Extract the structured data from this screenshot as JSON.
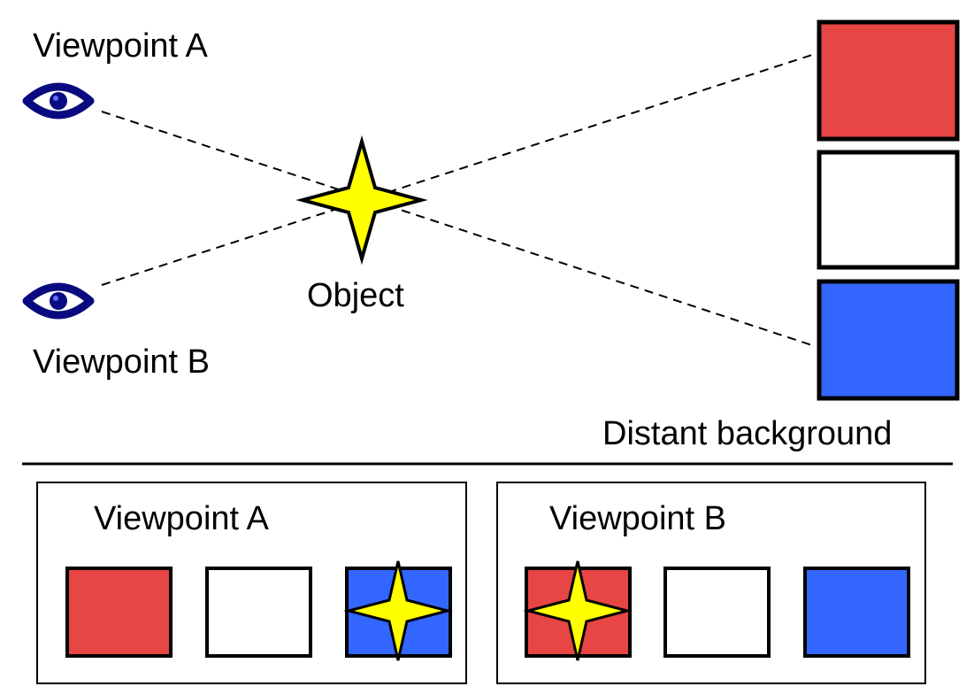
{
  "labels": {
    "viewpoint_a": "Viewpoint A",
    "viewpoint_b": "Viewpoint B",
    "object": "Object",
    "distant_background": "Distant background"
  },
  "panels": {
    "a_title": "Viewpoint A",
    "b_title": "Viewpoint B"
  },
  "colors": {
    "red": "#e84545",
    "white": "#ffffff",
    "blue": "#3366ff",
    "star": "#ffff00",
    "eye": "#0a0a80"
  },
  "icons": {
    "eye": "eye-icon",
    "star": "star-icon"
  }
}
